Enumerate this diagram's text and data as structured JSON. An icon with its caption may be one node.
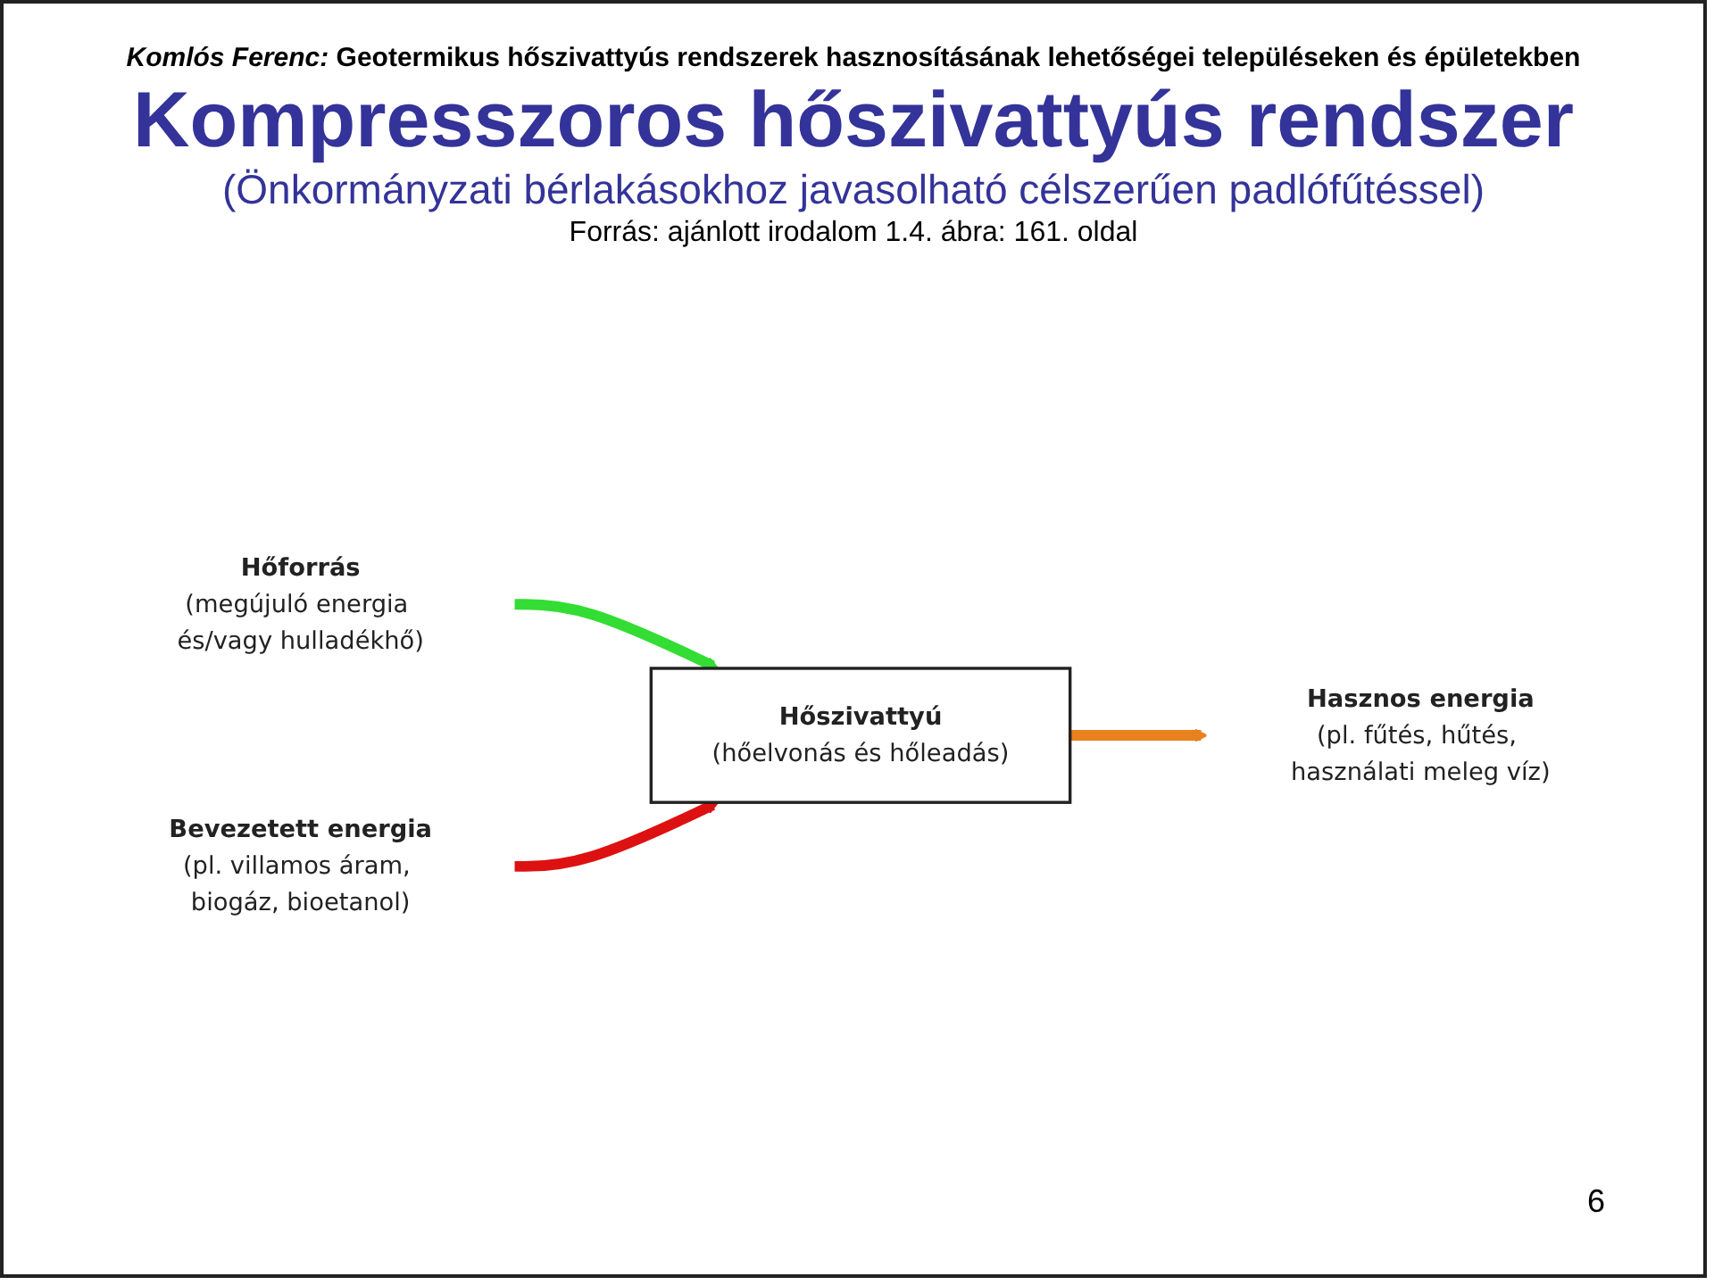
{
  "diagram": {
    "title": "Kompresszoros hőszivattyús rendszer",
    "nodes": [
      {
        "text": [
          "Hőforrás",
          "(megújuló energia és/vagy hulladékhő)"
        ]
      },
      {
        "text": [
          "Bevezetett energia",
          "(pl. villamos áram, biogáz, bioetanol)"
        ]
      },
      {
        "text": [
          "Hőszivattyú",
          "(hőelvonás és hőleadás)"
        ]
      },
      {
        "text": [
          "Hasznos energia",
          "(pl. fűtés, hűtés, használati meleg víz)"
        ]
      }
    ],
    "edges": [
      {
        "from": 0,
        "to": 2,
        "arrow": "to",
        "color": "#33dd33"
      },
      {
        "from": 1,
        "to": 2,
        "arrow": "to",
        "color": "#dd1111"
      },
      {
        "from": 2,
        "to": 3,
        "arrow": "to",
        "color": "#e8821e"
      }
    ],
    "labels": [
      "*Komlós Ferenc:* Geotermikus hőszivattyús rendszerek hasznosításának lehetőségei településeken és épületekben",
      "(Önkormányzati bérlakásokhoz javasolható célszerűen padlófűtéssel)",
      "Forrás: ajánlott irodalom 1.4. ábra: 161. oldal",
      "6"
    ]
  }
}
